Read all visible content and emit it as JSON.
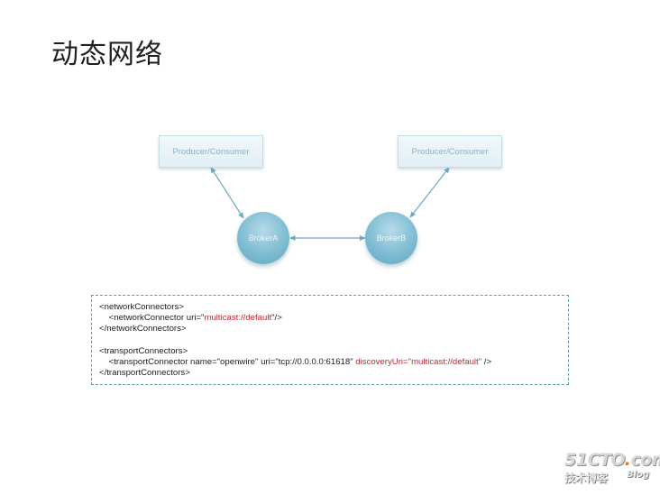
{
  "title": "动态网络",
  "diagram": {
    "producer_left": "Producer/Consumer",
    "producer_right": "Producer/Consumer",
    "broker_a": "BrokerA",
    "broker_b": "BrokerB",
    "colors": {
      "arrow": "#6aaac2",
      "box_text": "#8ab3c6",
      "node": "#7fbcd3"
    }
  },
  "code": {
    "line1": "<networkConnectors>",
    "line2_pre": "    <networkConnector uri=\"",
    "line2_val": "multicast://default",
    "line2_post": "\"/>",
    "line3": "</networkConnectors>",
    "line5": "<transportConnectors>",
    "line6_pre": "    <transportConnector name=\"openwire\" uri=\"tcp://0.0.0.0:61618\" ",
    "line6_attr": "discoveryUri=\"multicast://default\"",
    "line6_post": " />",
    "line7": "</transportConnectors>",
    "highlight_color": "#c0282d"
  },
  "watermark": {
    "top_prefix": "51CTO",
    "top_dot": ".",
    "top_suffix": "com",
    "bottom": "技术博客",
    "blog": "Blog"
  }
}
